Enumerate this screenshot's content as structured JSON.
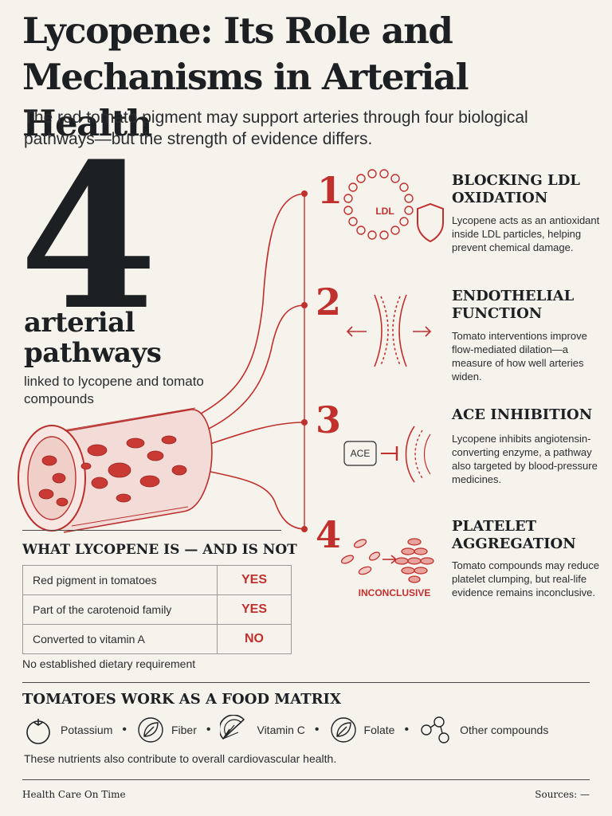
{
  "header": {
    "title_line1": "Lycopene: Its Role and",
    "title_line2": "Mechanisms in Arterial Health",
    "subtitle": "The red tomato pigment may support arteries through four biological pathways—but the strength of evidence differs."
  },
  "hero": {
    "number": "4",
    "label_line1": "arterial",
    "label_line2": "pathways",
    "sublabel": "linked to lycopene and tomato compounds"
  },
  "pathways": [
    {
      "number": "1",
      "title_line1": "BLOCKING LDL",
      "title_line2": "OXIDATION",
      "description": "Lycopene acts as an antioxidant inside LDL particles, helping prevent chemical damage.",
      "icon": "ldl-shield-icon",
      "icon_text": "LDL"
    },
    {
      "number": "2",
      "title_line1": "ENDOTHELIAL",
      "title_line2": "FUNCTION",
      "description": "Tomato interventions improve flow-mediated dilation—a measure of how well arteries widen.",
      "icon": "artery-dilation-icon"
    },
    {
      "number": "3",
      "title_line1": "ACE INHIBITION",
      "title_line2": "",
      "description": "Lycopene inhibits angiotensin-converting enzyme, a pathway also targeted by blood-pressure medicines.",
      "icon": "ace-inhibition-icon",
      "icon_text": "ACE"
    },
    {
      "number": "4",
      "title_line1": "PLATELET",
      "title_line2": "AGGREGATION",
      "description": "Tomato compounds may reduce platelet clumping, but real-life evidence remains inconclusive.",
      "icon": "platelet-cluster-icon",
      "icon_text": "INCONCLUSIVE"
    }
  ],
  "facts": {
    "heading": "WHAT LYCOPENE IS — AND IS NOT",
    "rows": [
      {
        "statement": "Red pigment in tomatoes",
        "answer": "YES"
      },
      {
        "statement": "Part of the carotenoid family",
        "answer": "YES"
      },
      {
        "statement": "Converted to vitamin A",
        "answer": "NO"
      }
    ],
    "note": "No established dietary requirement"
  },
  "matrix": {
    "heading": "TOMATOES WORK AS A FOOD MATRIX",
    "items": [
      {
        "label": "Potassium",
        "icon": "tomato-icon"
      },
      {
        "label": "Fiber",
        "icon": "leaf-icon"
      },
      {
        "label": "Vitamin C",
        "icon": "citrus-slice-icon"
      },
      {
        "label": "Folate",
        "icon": "leaf-icon"
      },
      {
        "label": "Other compounds",
        "icon": "molecule-icon"
      }
    ],
    "separator": "•",
    "note": "These nutrients also contribute to overall cardiovascular health."
  },
  "footer": {
    "brand": "Health Care On Time",
    "sources": "Sources: —"
  },
  "colors": {
    "accent_red": "#c0302d",
    "ink": "#1c2023",
    "background": "#f6f2ec"
  }
}
